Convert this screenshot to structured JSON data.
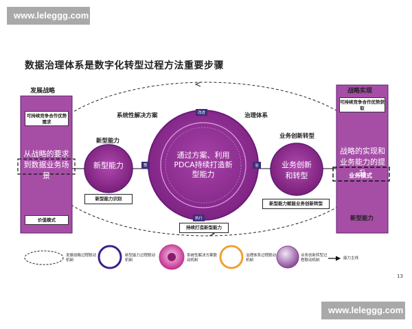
{
  "watermark": "www.leleggg.com",
  "title": "数据治理体系是数字化转型过程方法重要步骤",
  "left_panel": {
    "heading": "发展战略",
    "top_box": "可持续竞争合作优势需求",
    "main_text": "从战略的要求到数据业务场景",
    "bottom_box": "价值模式"
  },
  "right_panel": {
    "heading": "战略实现",
    "top_box": "可持续竞争合作优势获取",
    "main_text": "战略的实现和业务能力的提升",
    "mid_box": "业务模式",
    "bottom_text": "新型能力"
  },
  "left_circle": {
    "heading": "新型能力",
    "text": "新型能力",
    "box": "新型能力识别"
  },
  "center": {
    "left_heading": "系统性解决方案",
    "right_heading": "治理体系",
    "text": "通过方案、利用PDCA持续打造新型能力",
    "top_tag": "改进",
    "left_tag": "策",
    "right_tag": "治",
    "bottom_tag": "执行",
    "box": "持续打造新型能力"
  },
  "right_circle": {
    "heading": "业务创新转型",
    "text": "业务创新和转型",
    "box": "新型能力赋能业务创新转型"
  },
  "legend": [
    {
      "icon": "dashed-ellipse-icon",
      "text": "发展战略过程联动机制"
    },
    {
      "icon": "ring-icon",
      "text": "新型能力过程联动机制"
    },
    {
      "icon": "flower-icon",
      "text": "系统性解决方案联动机制"
    },
    {
      "icon": "orange-ring-icon",
      "text": "治理体系过程联动机制"
    },
    {
      "icon": "sphere-icon",
      "text": "业务创新转型过程联动机制"
    },
    {
      "icon": "arrow-icon",
      "text": "能力主线"
    }
  ],
  "page_number": "13",
  "colors": {
    "purple": "#8e2a8e",
    "panel": "#a64ea6",
    "dark_purple": "#5c1c72",
    "navy": "#3d2d7a",
    "orange": "#f0a030"
  }
}
